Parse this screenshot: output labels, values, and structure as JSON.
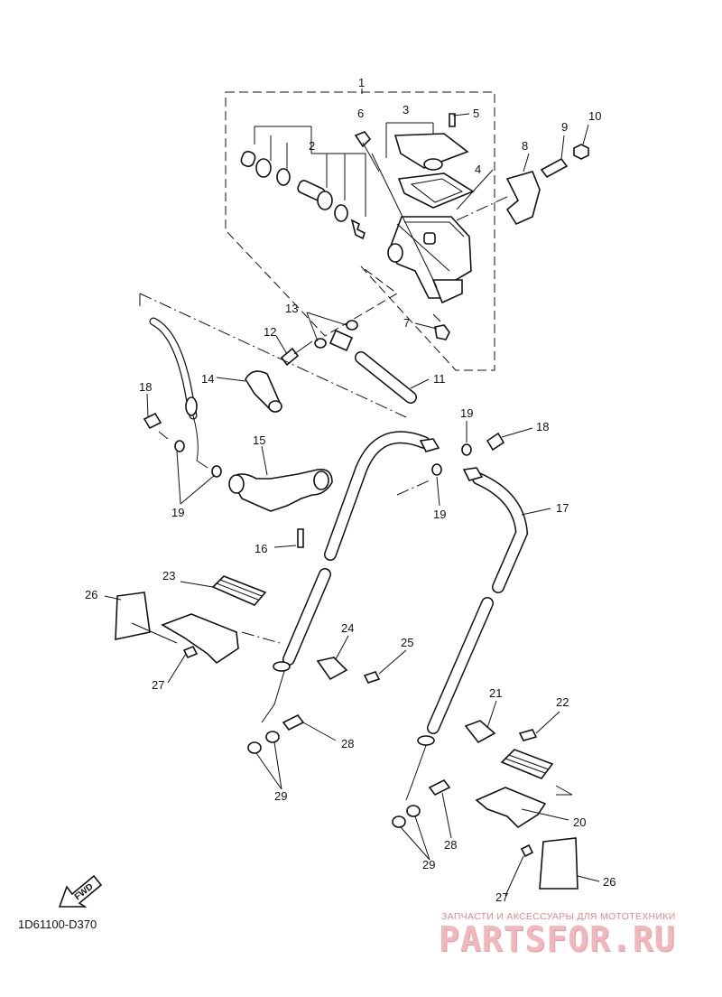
{
  "diagram": {
    "callouts": [
      {
        "id": "c1",
        "text": "1"
      },
      {
        "id": "c2",
        "text": "2"
      },
      {
        "id": "c3",
        "text": "3"
      },
      {
        "id": "c4",
        "text": "4"
      },
      {
        "id": "c5",
        "text": "5"
      },
      {
        "id": "c6",
        "text": "6"
      },
      {
        "id": "c7",
        "text": "7"
      },
      {
        "id": "c8",
        "text": "8"
      },
      {
        "id": "c9",
        "text": "9"
      },
      {
        "id": "c10",
        "text": "10"
      },
      {
        "id": "c11",
        "text": "11"
      },
      {
        "id": "c12",
        "text": "12"
      },
      {
        "id": "c13",
        "text": "13"
      },
      {
        "id": "c14",
        "text": "14"
      },
      {
        "id": "c15",
        "text": "15"
      },
      {
        "id": "c16",
        "text": "16"
      },
      {
        "id": "c17",
        "text": "17"
      },
      {
        "id": "c18a",
        "text": "18"
      },
      {
        "id": "c18b",
        "text": "18"
      },
      {
        "id": "c19a",
        "text": "19"
      },
      {
        "id": "c19b",
        "text": "19"
      },
      {
        "id": "c19c",
        "text": "19"
      },
      {
        "id": "c20",
        "text": "20"
      },
      {
        "id": "c21",
        "text": "21"
      },
      {
        "id": "c22",
        "text": "22"
      },
      {
        "id": "c23",
        "text": "23"
      },
      {
        "id": "c24",
        "text": "24"
      },
      {
        "id": "c25",
        "text": "25"
      },
      {
        "id": "c26a",
        "text": "26"
      },
      {
        "id": "c26b",
        "text": "26"
      },
      {
        "id": "c27a",
        "text": "27"
      },
      {
        "id": "c27b",
        "text": "27"
      },
      {
        "id": "c28a",
        "text": "28"
      },
      {
        "id": "c28b",
        "text": "28"
      },
      {
        "id": "c29a",
        "text": "29"
      },
      {
        "id": "c29b",
        "text": "29"
      }
    ],
    "fwd_label": "FWD",
    "diagram_code": "1D61100-D370"
  },
  "watermark": {
    "tagline": "ЗАПЧАСТИ И АКСЕССУАРЫ ДЛЯ МОТОТЕХНИКИ",
    "brand": "PARTSFOR.RU"
  }
}
